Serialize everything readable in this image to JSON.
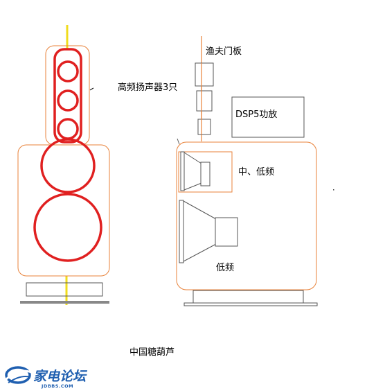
{
  "labels": {
    "fisherman_door": "渔夫门板",
    "tweeter": "高频扬声器3只",
    "dsp_amp": "DSP5功放",
    "mid_low": "中、低频",
    "low": "低频",
    "caption": "中国糖葫芦"
  },
  "watermark": {
    "name": "家电论坛",
    "url": "JDBBS.COM"
  },
  "colors": {
    "speaker_ring": "#e02020",
    "enclosure": "#e8823a",
    "pole": "#f0dc1e",
    "panel": "#e8823a",
    "base": "#888888",
    "watermark": "#1f5fb0"
  }
}
